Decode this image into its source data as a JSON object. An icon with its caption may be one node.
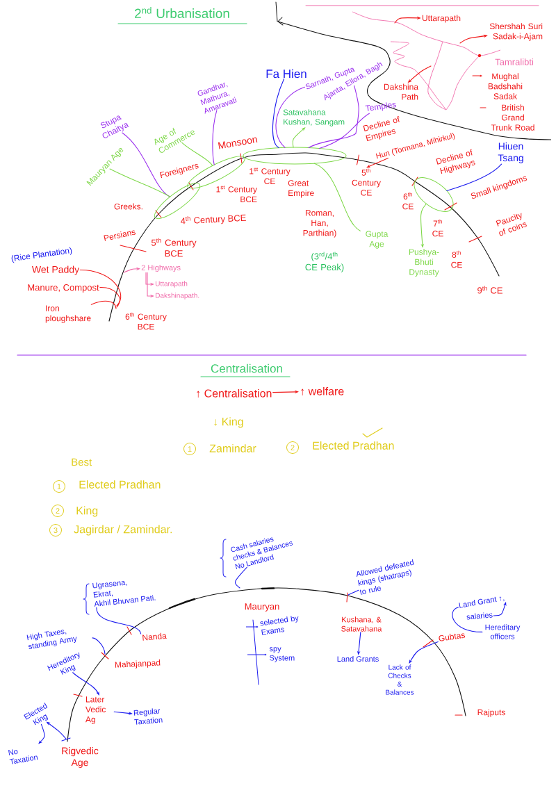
{
  "diagram": {
    "title": "2$^{nd}$ Urbanisation",
    "nodes": [
      {
        "text": [
          "Uttarapath"
        ]
      },
      {
        "text": [
          "Shershah Suri Sadak-i-Ajam"
        ]
      },
      {
        "text": [
          "Fa Hien"
        ]
      },
      {
        "text": [
          "Sarnath, Gupta"
        ]
      },
      {
        "text": [
          "Ajanta, Ellora, Bagh"
        ]
      },
      {
        "text": [
          "Dakshina Path"
        ]
      },
      {
        "text": [
          "Gandhar, Mathura, Amaravati"
        ]
      },
      {
        "text": [
          "Satavahana Kushan, Sangam"
        ]
      },
      {
        "text": [
          "Temples"
        ]
      },
      {
        "text": [
          "Stupa Chaitya"
        ]
      },
      {
        "text": [
          "Age of Commerce"
        ]
      },
      {
        "text": [
          "Hun (Tormana, Mihirkul)"
        ]
      },
      {
        "text": [
          "Hiuen Tsang"
        ]
      },
      {
        "text": [
          "Mauryan Age"
        ]
      },
      {
        "text": [],
        "shape": "ellipse"
      },
      {
        "text": [],
        "shape": "ellipse"
      },
      {
        "text": [],
        "shape": "ellipse"
      },
      {
        "text": [],
        "shape": "ellipse"
      },
      {
        "text": [
          "Gupta Age"
        ]
      },
      {
        "text": [
          "Pushya-Bhuti Dynasty"
        ]
      },
      {
        "text": [
          "2 Highways"
        ]
      },
      {
        "text": [
          "Wet Paddy"
        ]
      },
      {
        "text": [
          "Uttarapath"
        ]
      },
      {
        "text": [
          "Manure, Compost"
        ]
      },
      {
        "text": [
          "Dakshinapath."
        ]
      },
      {
        "text": [
          "Iron ploughshare"
        ]
      },
      {
        "text": [
          "↑ Centralisation"
        ]
      },
      {
        "text": [
          "↑ welfare"
        ]
      },
      {
        "text": [
          "Cash salaries",
          "checks & Balances",
          "No Landlord"
        ]
      },
      {
        "text": [
          "Allowed defeated kings (shatraps) to rule"
        ]
      },
      {
        "text": [
          "Ugrasena,",
          "Ekrat,",
          "Akhil Bhuvan Pati."
        ]
      },
      {
        "text": [
          "Land Grant ↑,"
        ]
      },
      {
        "text": [
          "salaries"
        ]
      },
      {
        "text": [
          "High Taxes, standing Army"
        ]
      },
      {
        "text": [
          "Kushana, & Satavahana"
        ]
      },
      {
        "text": [
          "Gubtas"
        ]
      },
      {
        "text": [
          "Hereditory King"
        ]
      },
      {
        "text": [
          "Land Grants"
        ]
      },
      {
        "text": [
          "Lack of Checks & Balances"
        ]
      },
      {
        "text": [
          "Later Vedic Ag"
        ]
      },
      {
        "text": [
          "Regular Taxation"
        ]
      },
      {
        "text": [
          "Elected King"
        ]
      },
      {
        "text": [
          "No Taxation"
        ]
      },
      {
        "text": [
          "Nanda"
        ]
      },
      {
        "text": [
          "Hereditary officers"
        ]
      },
      {
        "text": [
          "5$^{th}$ Century CE"
        ]
      }
    ],
    "edges": [
      {
        "from": null,
        "to": 0,
        "arrow": "to",
        "color": "#f01818"
      },
      {
        "from": null,
        "to": 1,
        "arrow": "to",
        "color": "#f01818"
      },
      {
        "from": null,
        "to": 5,
        "arrow": "to",
        "color": "#f01818"
      },
      {
        "from": 2,
        "to": 15,
        "arrow": "none"
      },
      {
        "from": 3,
        "to": 15,
        "arrow": "none",
        "color": "#9a2fee"
      },
      {
        "from": 4,
        "to": 15,
        "arrow": "none",
        "color": "#9a2fee"
      },
      {
        "from": 6,
        "to": 14,
        "arrow": "none",
        "color": "#9a2fee"
      },
      {
        "from": 15,
        "to": 7,
        "arrow": "to",
        "color": "#7fd84a"
      },
      {
        "from": 8,
        "to": 15,
        "arrow": "none",
        "color": "#9a2fee"
      },
      {
        "from": 9,
        "to": 16,
        "arrow": "none",
        "color": "#9a2fee"
      },
      {
        "from": 10,
        "to": 14,
        "arrow": "none",
        "color": "#7fd84a"
      },
      {
        "from": 11,
        "to": 45,
        "arrow": "to",
        "color": "#f01818"
      },
      {
        "from": 12,
        "to": 17,
        "arrow": "none"
      },
      {
        "from": 13,
        "to": 16,
        "arrow": "none",
        "color": "#7fd84a"
      },
      {
        "from": 18,
        "to": 15,
        "arrow": "none",
        "color": "#7fd84a"
      },
      {
        "from": 17,
        "to": 19,
        "arrow": "to",
        "color": "#7fd84a"
      },
      {
        "from": null,
        "to": 20,
        "arrow": "to",
        "color": "#f068a8"
      },
      {
        "from": 20,
        "to": 22,
        "arrow": "to",
        "color": "#f068a8"
      },
      {
        "from": 20,
        "to": 24,
        "arrow": "to",
        "color": "#f068a8"
      },
      {
        "from": 21,
        "to": null,
        "arrow": "none",
        "color": "#f01818"
      },
      {
        "from": 23,
        "to": null,
        "arrow": "none",
        "color": "#f01818"
      },
      {
        "from": 25,
        "to": null,
        "arrow": "none",
        "color": "#f01818"
      },
      {
        "from": 26,
        "to": 27,
        "arrow": "to",
        "color": "#f01818"
      },
      {
        "from": 28,
        "to": null,
        "arrow": "none"
      },
      {
        "from": 29,
        "to": null,
        "arrow": "none"
      },
      {
        "from": 30,
        "to": 43,
        "arrow": "none"
      },
      {
        "from": 32,
        "to": 31,
        "arrow": "to"
      },
      {
        "from": 33,
        "to": null,
        "arrow": "none"
      },
      {
        "from": 34,
        "to": 37,
        "arrow": "to"
      },
      {
        "from": 35,
        "to": 38,
        "arrow": "to"
      },
      {
        "from": 36,
        "to": 39,
        "arrow": "to"
      },
      {
        "from": 39,
        "to": 40,
        "arrow": "to"
      },
      {
        "from": null,
        "to": 41,
        "arrow": "to"
      },
      {
        "from": 41,
        "to": 42,
        "arrow": "to"
      },
      {
        "from": 31,
        "to": 44,
        "arrow": "none"
      }
    ],
    "labels": [
      "Tamralibti",
      "Mughal Badshahi Sadak",
      "British Grand Trunk Road",
      "Monsoon",
      "Decline of Empires",
      "Decline of Highways",
      "1$^{st}$ Century CE",
      "Foreigners",
      "Small kingdoms",
      "1$^{st}$ Century BCE",
      "Great Empire",
      "6$^{th}$ CE",
      "Greeks.",
      "4$^{th}$ Century BCE",
      "Roman, Han, Parthian)",
      "7$^{th}$ CE",
      "Paucity of coins",
      "Persians",
      "5$^{th}$ Century BCE",
      "(Rice Plantation)",
      "(3$^{rd}$/4$^{th}$ CE Peak)",
      "8$^{th}$ CE",
      "9$^{th}$ CE",
      "6$^{th}$ Century BCE",
      "Centralisation",
      "↓ King",
      "1",
      "Zamindar",
      "2",
      "Elected Pradhan",
      "Best",
      "1",
      "Elected Pradhan",
      "2",
      "King",
      "3",
      "Jagirdar / Zamindar.",
      "Mauryan",
      "selected by Exams",
      "spy System",
      "Mahajanpad",
      "Rajputs",
      "Rigvedic Age"
    ]
  }
}
